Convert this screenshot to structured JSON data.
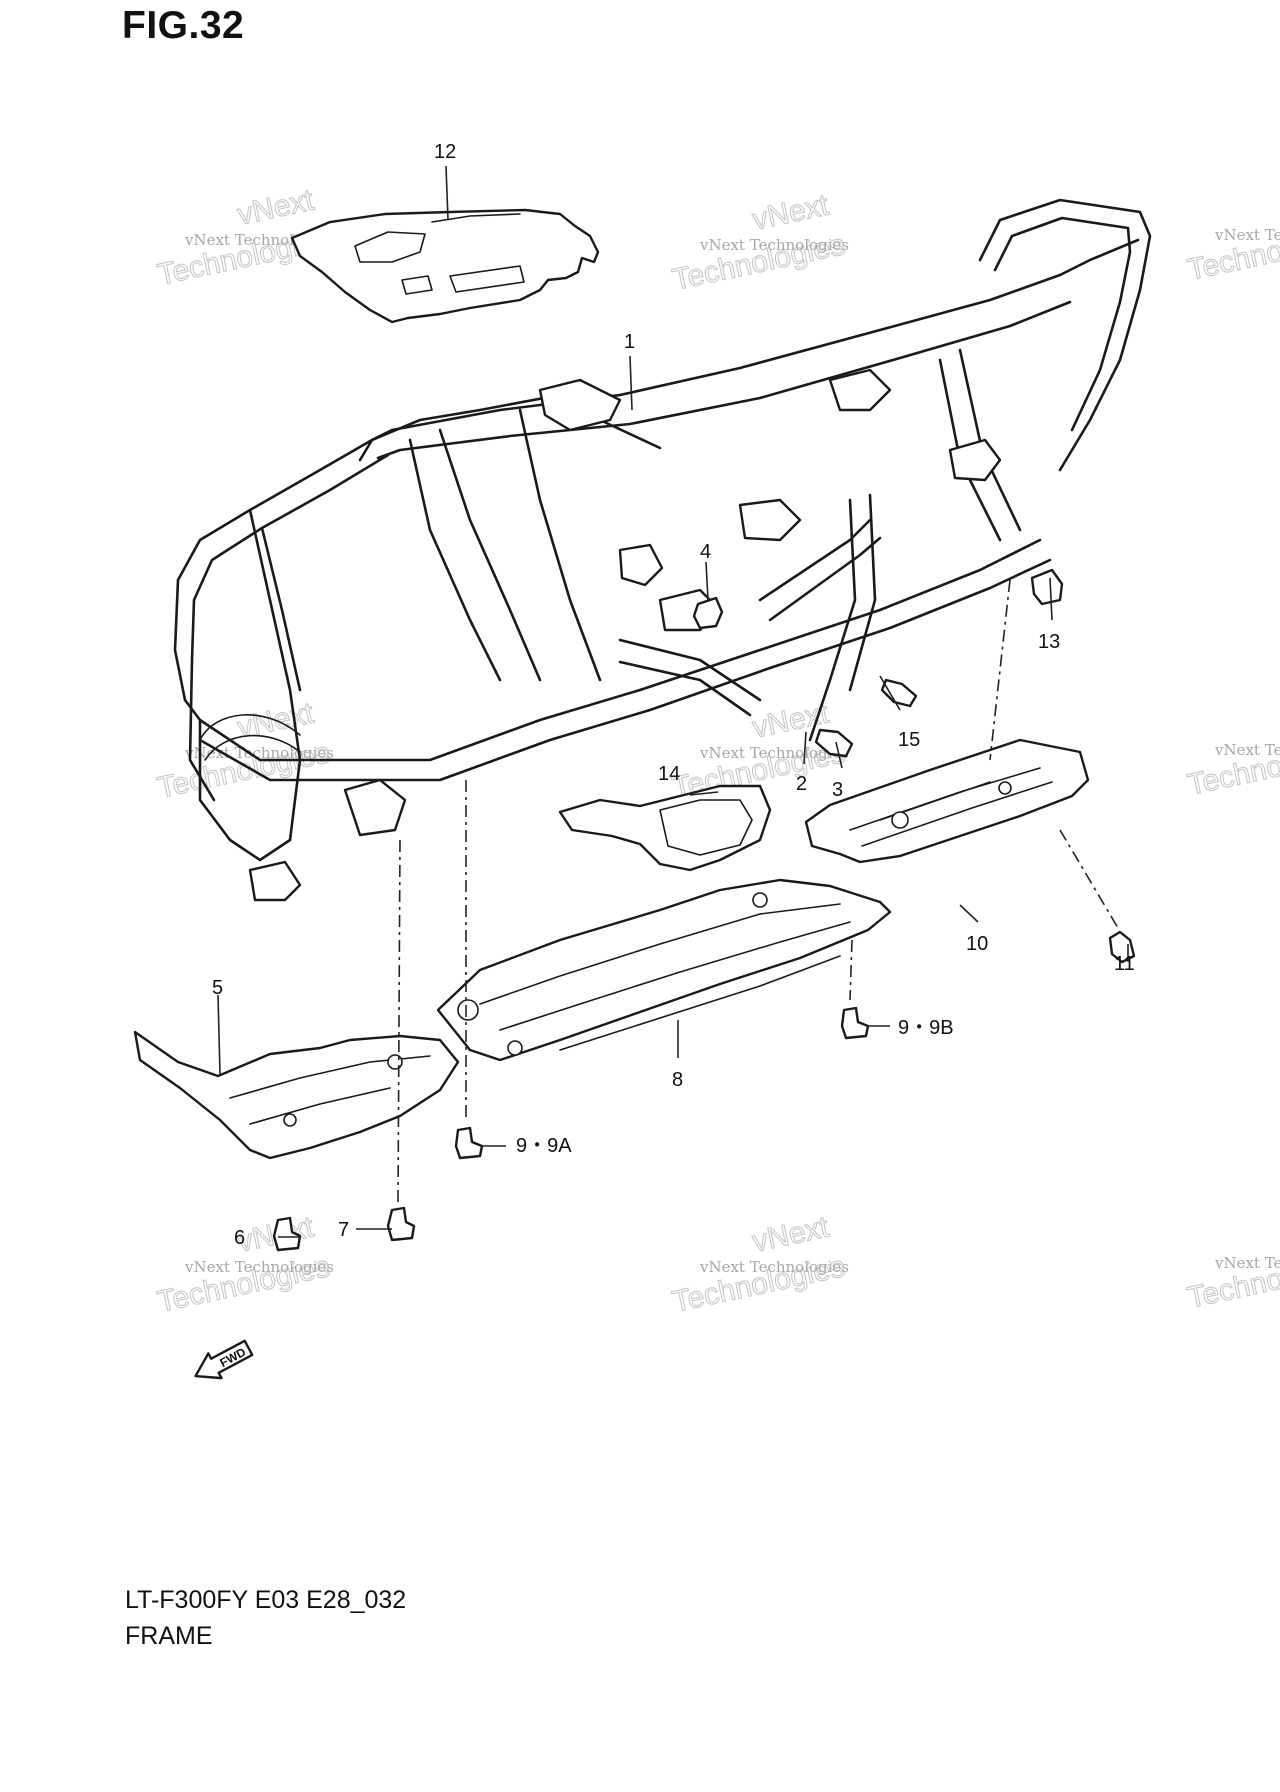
{
  "figure": {
    "title": "FIG.32",
    "model_code": "LT-F300FY E03 E28_032",
    "section_name": "FRAME"
  },
  "callouts": [
    {
      "id": "c1",
      "label": "1"
    },
    {
      "id": "c2",
      "label": "2"
    },
    {
      "id": "c3",
      "label": "3"
    },
    {
      "id": "c4",
      "label": "4"
    },
    {
      "id": "c5",
      "label": "5"
    },
    {
      "id": "c6",
      "label": "6"
    },
    {
      "id": "c7",
      "label": "7"
    },
    {
      "id": "c8",
      "label": "8"
    },
    {
      "id": "c9a",
      "label": "9・9A"
    },
    {
      "id": "c9b",
      "label": "9・9B"
    },
    {
      "id": "c10",
      "label": "10"
    },
    {
      "id": "c11",
      "label": "11"
    },
    {
      "id": "c12",
      "label": "12"
    },
    {
      "id": "c13",
      "label": "13"
    },
    {
      "id": "c14",
      "label": "14"
    },
    {
      "id": "c15",
      "label": "15"
    }
  ],
  "watermark": {
    "brand": "vNext",
    "company": "vNext Technologies",
    "word": "Technologies"
  },
  "fwd_label": "FWD",
  "colors": {
    "line": "#1a1a1a",
    "watermark": "#b5b5b5",
    "background": "#ffffff"
  }
}
